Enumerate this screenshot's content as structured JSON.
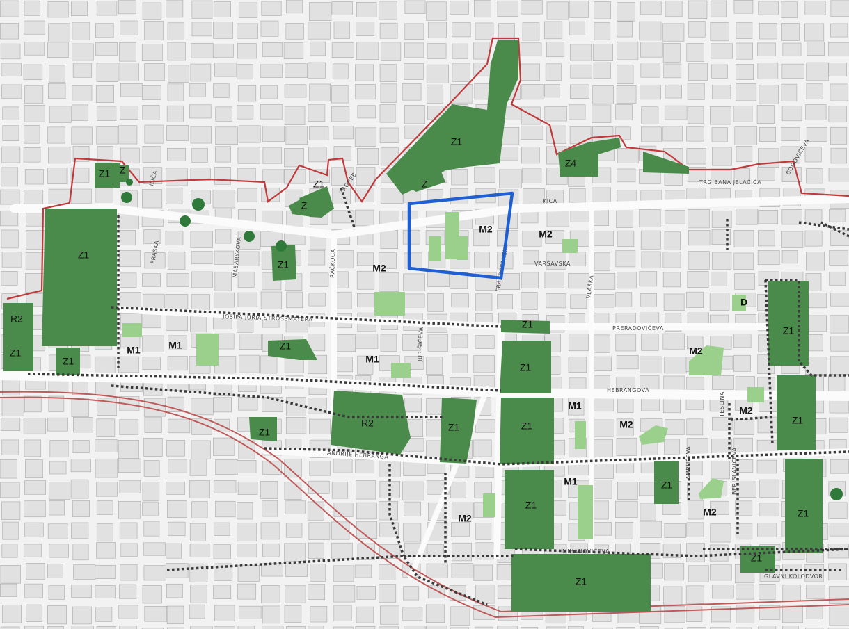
{
  "colors": {
    "background": "#f2f2f2",
    "block_fill": "#e1e1e1",
    "block_stroke": "#a9a9a9",
    "street": "#fbfbfb",
    "park_dark": "#4a8a4a",
    "park_light": "#9ad08c",
    "tree": "#2f7a3a",
    "boundary": "#c0393b",
    "railway": "#c05a5a",
    "dotted": "#3a3a3a",
    "highlight": "#1f5fcf"
  },
  "zones": [
    {
      "label": "Z1"
    },
    {
      "label": "Z"
    },
    {
      "label": "Z1"
    },
    {
      "label": "Z1"
    },
    {
      "label": "Z"
    },
    {
      "label": "Z1"
    },
    {
      "label": "Z"
    },
    {
      "label": "Z4"
    },
    {
      "label": "Z1"
    },
    {
      "label": "R2"
    },
    {
      "label": "Z1"
    },
    {
      "label": "Z1"
    },
    {
      "label": "Z1"
    },
    {
      "label": "Z1"
    },
    {
      "label": "R2"
    },
    {
      "label": "Z1"
    },
    {
      "label": "Z1"
    },
    {
      "label": "Z1"
    },
    {
      "label": "Z1"
    },
    {
      "label": "Z1"
    },
    {
      "label": "Z1"
    },
    {
      "label": "Z1"
    },
    {
      "label": "Z1"
    },
    {
      "label": "Z1"
    },
    {
      "label": "Z1"
    },
    {
      "label": "Z1"
    },
    {
      "label": "Z1"
    }
  ],
  "landuse_labels": [
    {
      "label": "M2"
    },
    {
      "label": "M2"
    },
    {
      "label": "M2"
    },
    {
      "label": "M1"
    },
    {
      "label": "M1"
    },
    {
      "label": "M1"
    },
    {
      "label": "M1"
    },
    {
      "label": "M2"
    },
    {
      "label": "M1"
    },
    {
      "label": "M2"
    },
    {
      "label": "M2"
    },
    {
      "label": "M2"
    },
    {
      "label": "M1"
    },
    {
      "label": "M2"
    },
    {
      "label": "D"
    }
  ],
  "streets": [
    {
      "name": "TRG BANA JELAČIĆA"
    },
    {
      "name": "KICA"
    },
    {
      "name": "VARŠAVSKA"
    },
    {
      "name": "HEBRANGOVA"
    },
    {
      "name": "MIHANOVIĆEVA"
    },
    {
      "name": "GLAVNI KOLODVOR"
    },
    {
      "name": "FRANKOPANSKA"
    },
    {
      "name": "RAČKOGA"
    },
    {
      "name": "ILIČA"
    },
    {
      "name": "PRAŠKA"
    },
    {
      "name": "MASARYKOVA"
    },
    {
      "name": "JURIŠIĆEVA"
    },
    {
      "name": "BOGOVIĆEVA"
    },
    {
      "name": "VLAŠKA"
    },
    {
      "name": "TESLINA"
    },
    {
      "name": "AMRUŠEVA"
    },
    {
      "name": "BERISLAVIĆEVA"
    },
    {
      "name": "PRERADOVIĆEVA"
    },
    {
      "name": "ANDRIJE HEBRANGA"
    },
    {
      "name": "JOSIPA JURJA STROSSMAYERA"
    },
    {
      "name": "ZAGREB"
    }
  ]
}
